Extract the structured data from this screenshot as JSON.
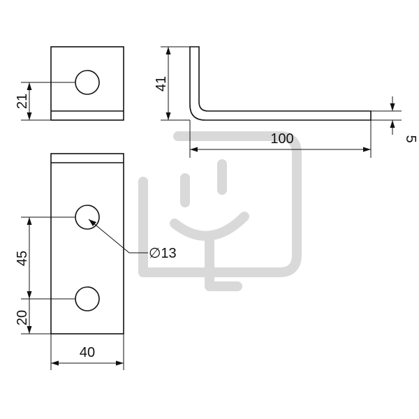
{
  "dimensions": {
    "top_hole_offset": "21",
    "flange_height": "41",
    "length": "100",
    "thickness": "5",
    "hole_spacing": "45",
    "bottom_hole_offset": "20",
    "width": "40",
    "hole_diameter": "∅13"
  },
  "watermark": {
    "icon": "plug-icon",
    "color": "#d9d9d9"
  }
}
